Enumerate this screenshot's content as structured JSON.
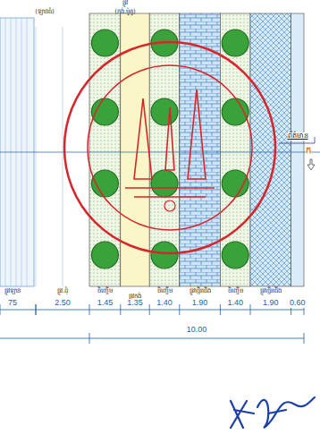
{
  "diagram": {
    "labels": [
      "(ឡានធំ)",
      "ផ្លូវ",
      "(កង់.ម៉ូតូ)",
      "ព័ត៌មាន",
      "ក",
      "ផ្លូវឡាន",
      "ផ្លូវ.ដុំ",
      "ចិញ្ចើម",
      "ផ្លូវកង់",
      "ចិញ្ចើម",
      "ផ្លូវថ្មើរជើង",
      "ចិញ្ចើម",
      "ផ្លូវថ្មើរជើង",
      "75",
      "2.50",
      "1.45",
      "1.35",
      "1.40",
      "1.90",
      "1.40",
      "1.90",
      "0.60",
      "10.00"
    ]
  }
}
